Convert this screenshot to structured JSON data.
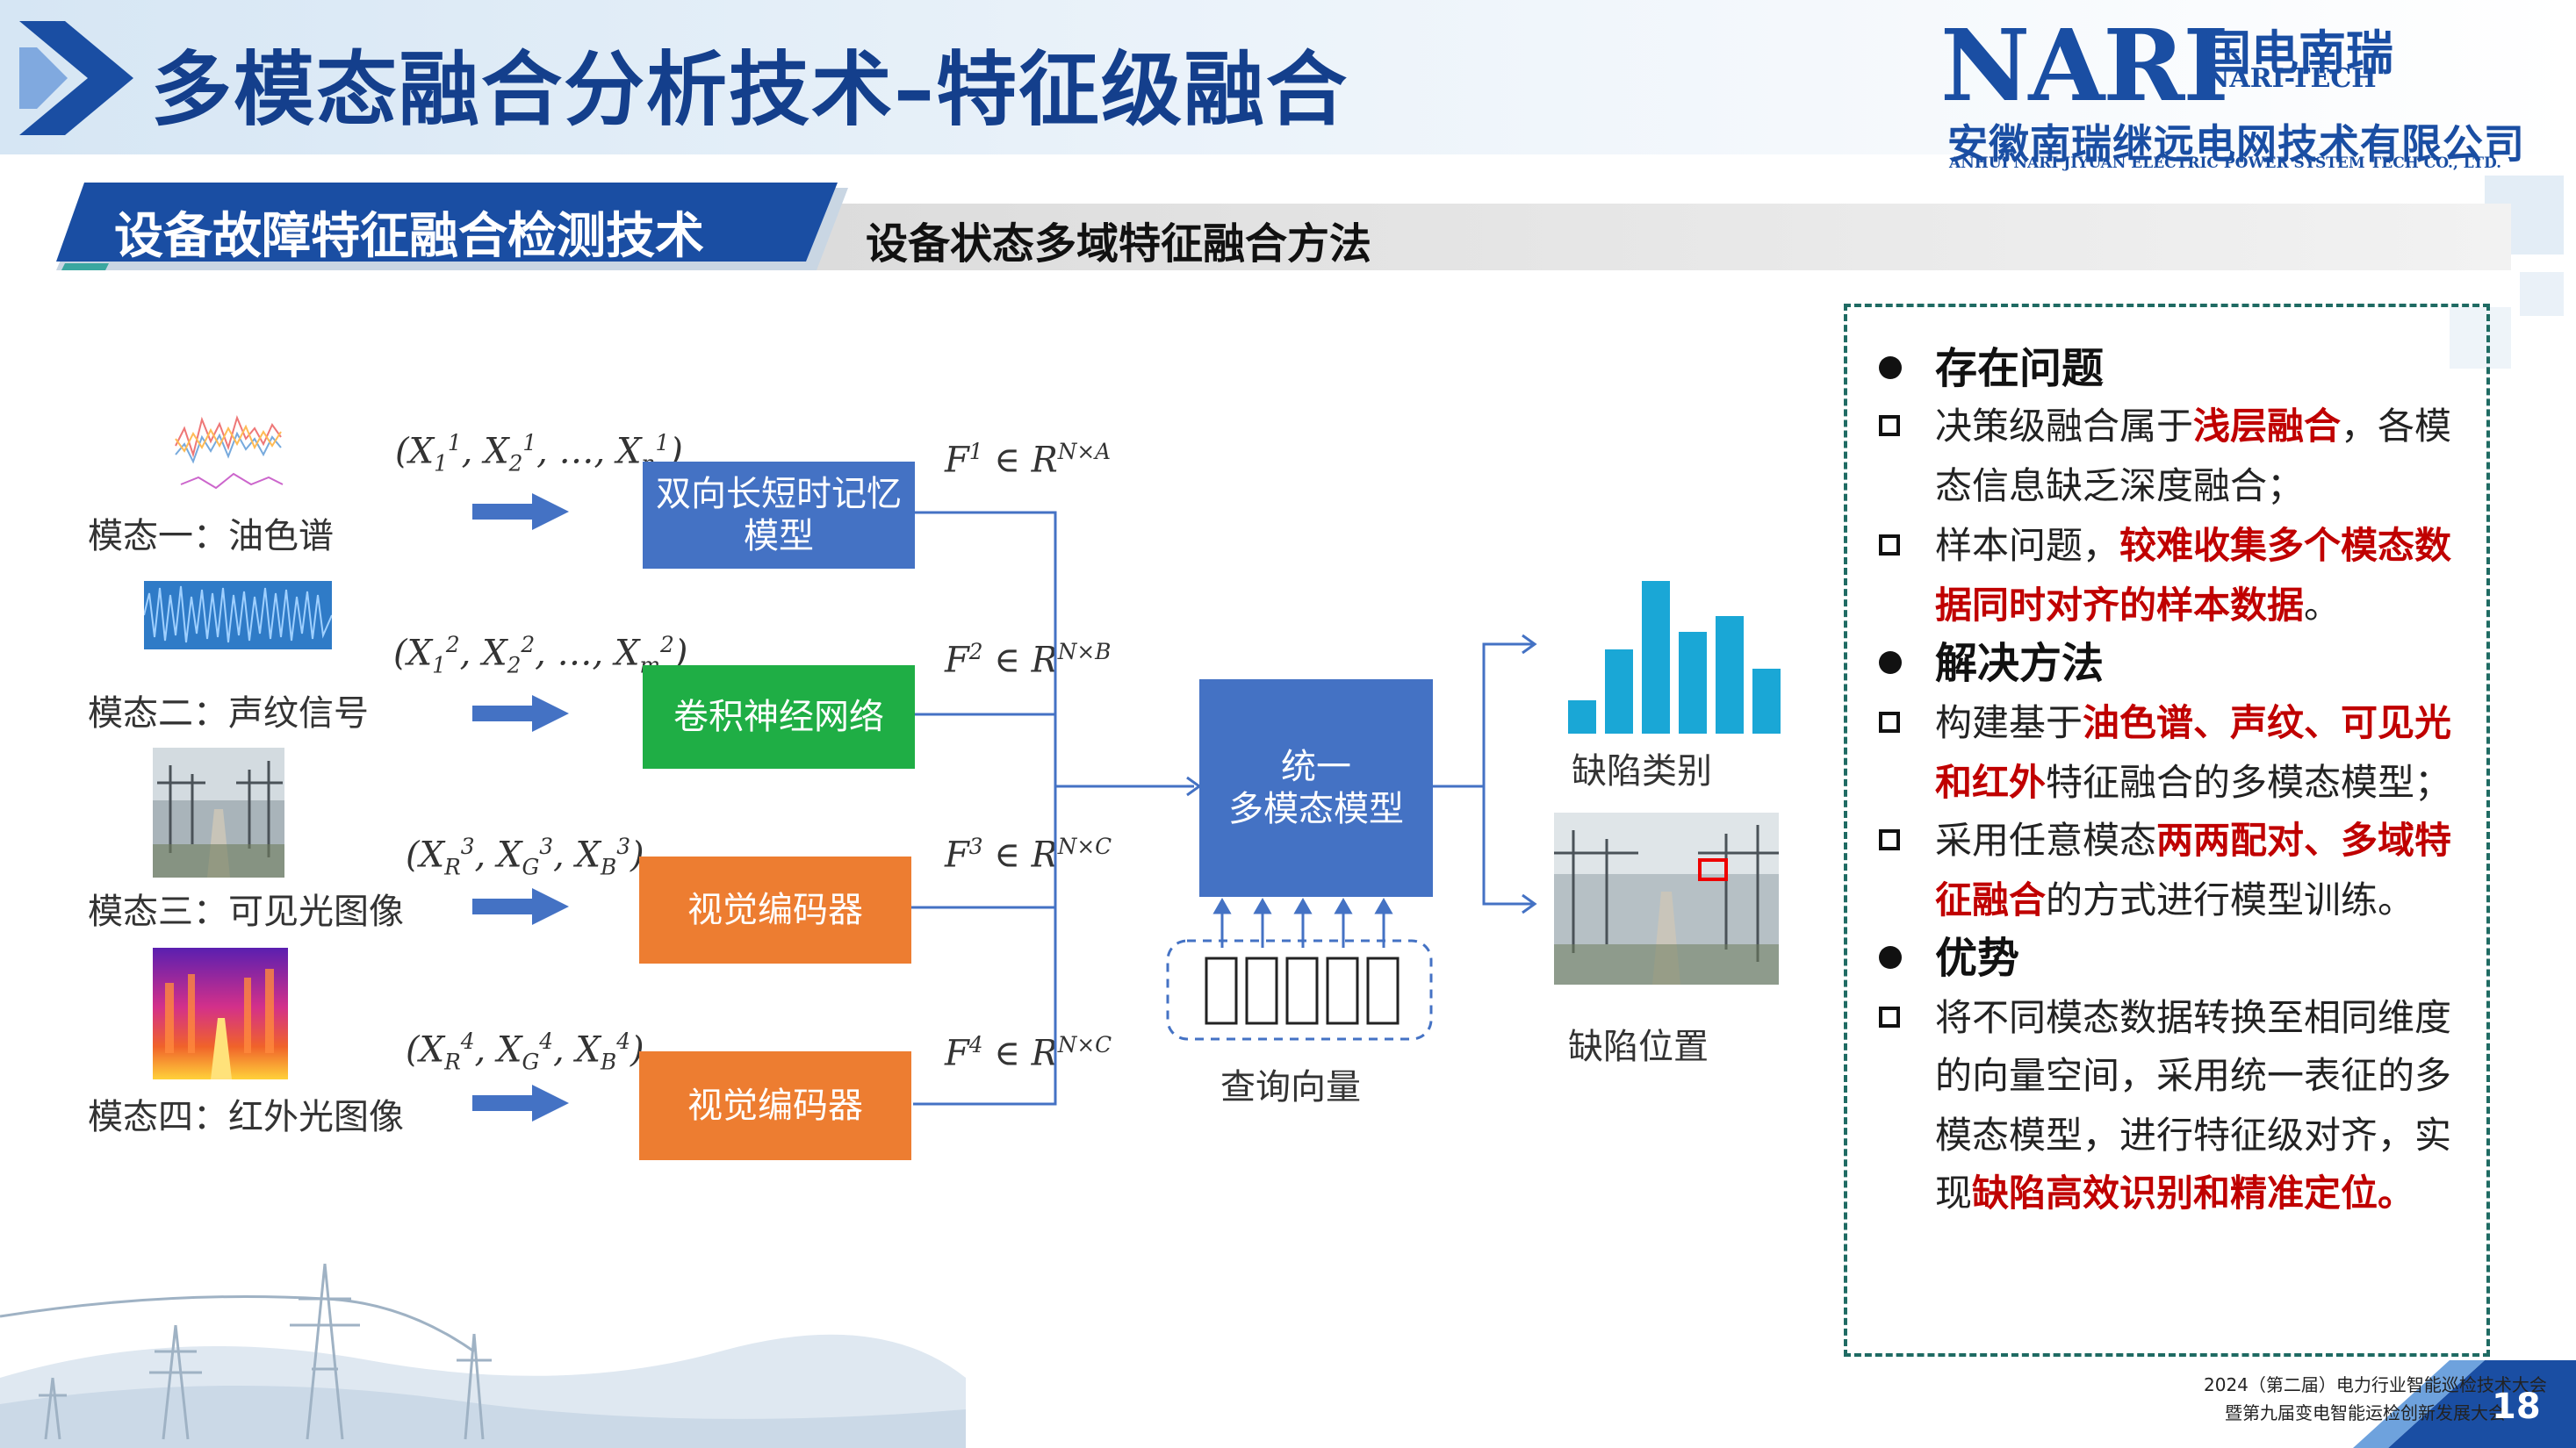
{
  "header": {
    "title": "多模态融合分析技术–特征级融合",
    "logo": {
      "brand": "NARI",
      "brand_cn": "国电南瑞",
      "brand_tech": "NARI-TECH",
      "company": "安徽南瑞继远电网技术有限公司",
      "company_en": "ANHUI NARI JIYUAN ELECTRIC POWER SYSTEM TECH CO., LTD."
    }
  },
  "section": {
    "tab": "设备故障特征融合检测技术",
    "subtitle": "设备状态多域特征融合方法"
  },
  "diagram": {
    "modalities": [
      {
        "label": "模态一：油色谱",
        "model": "双向长短时记忆模型",
        "model_color": "blue"
      },
      {
        "label": "模态二：声纹信号",
        "model": "卷积神经网络",
        "model_color": "green"
      },
      {
        "label": "模态三：可见光图像",
        "model": "视觉编码器",
        "model_color": "orange"
      },
      {
        "label": "模态四：红外光图像",
        "model": "视觉编码器",
        "model_color": "orange"
      }
    ],
    "unified_model": "统一\n多模态模型",
    "query_vector": "查询向量",
    "output_class": "缺陷类别",
    "output_position": "缺陷位置",
    "colors": {
      "blue": "#4472c4",
      "green": "#1fae45",
      "orange": "#ed7d31",
      "arrow": "#4472c4",
      "bars": "#1aa7d6"
    }
  },
  "panel": {
    "problems_title": "存在问题",
    "p1_a": "决策级融合属于",
    "p1_b": "浅层融合",
    "p1_c": "，各模",
    "p1_d": "态信息缺乏深度融合；",
    "p2_a": "样本问题，",
    "p2_b": "较难收集多个模态数",
    "p2_c": "据同时对齐的样本数据",
    "p2_d": "。",
    "solution_title": "解决方法",
    "s1_a": "构建基于",
    "s1_b": "油色谱、声纹、可见光",
    "s1_c": "和红外",
    "s1_d": "特征融合的多模态模型；",
    "s2_a": "采用任意模态",
    "s2_b": "两两配对、多域特",
    "s2_c": "征融合",
    "s2_d": "的方式进行模型训练。",
    "adv_title": "优势",
    "a1": "将不同模态数据转换至相同维度",
    "a2": "的向量空间，采用统一表征的多",
    "a3": "模态模型，进行特征级对齐，实",
    "a4_a": "现",
    "a4_b": "缺陷高效识别和精准定位",
    "a4_c": "。"
  },
  "footer": {
    "line1": "2024（第二届）电力行业智能巡检技术大会",
    "line2": "暨第九届变电智能运检创新发展大会",
    "page": "18"
  }
}
